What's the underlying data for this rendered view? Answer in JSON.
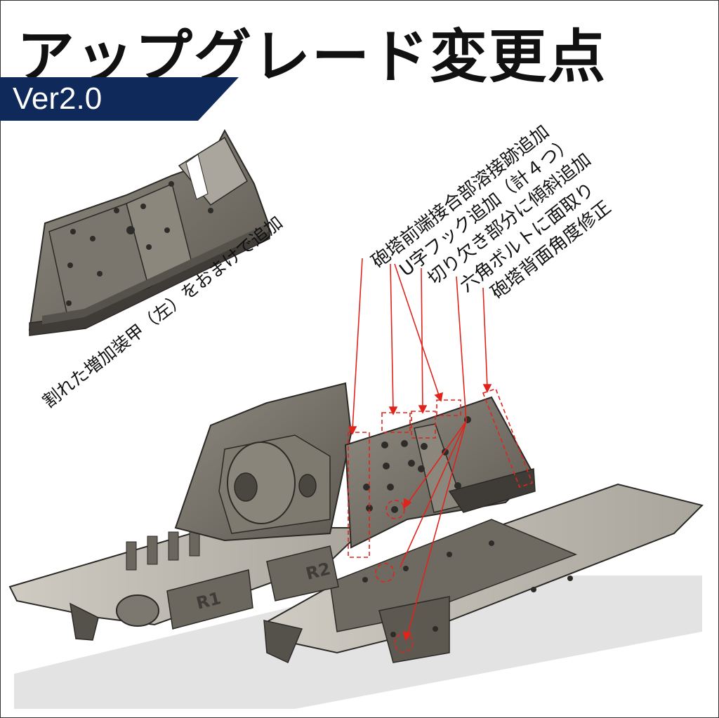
{
  "header": {
    "title": "アップグレード変更点",
    "version": "Ver2.0",
    "banner_color": "#0f2a5a"
  },
  "annotations": {
    "bonus_note": "割れた増加装甲（左）をおまけで追加",
    "changes": [
      "砲塔前端接合部溶接跡追加",
      "U字フック追加（計４つ）",
      "切り欠き部分に傾斜追加",
      "六角ボルトに面取り",
      "砲塔背面角度修正"
    ],
    "arrow_color": "#e0241b"
  },
  "parts": {
    "label_r1": "R1",
    "label_r2": "R2"
  }
}
